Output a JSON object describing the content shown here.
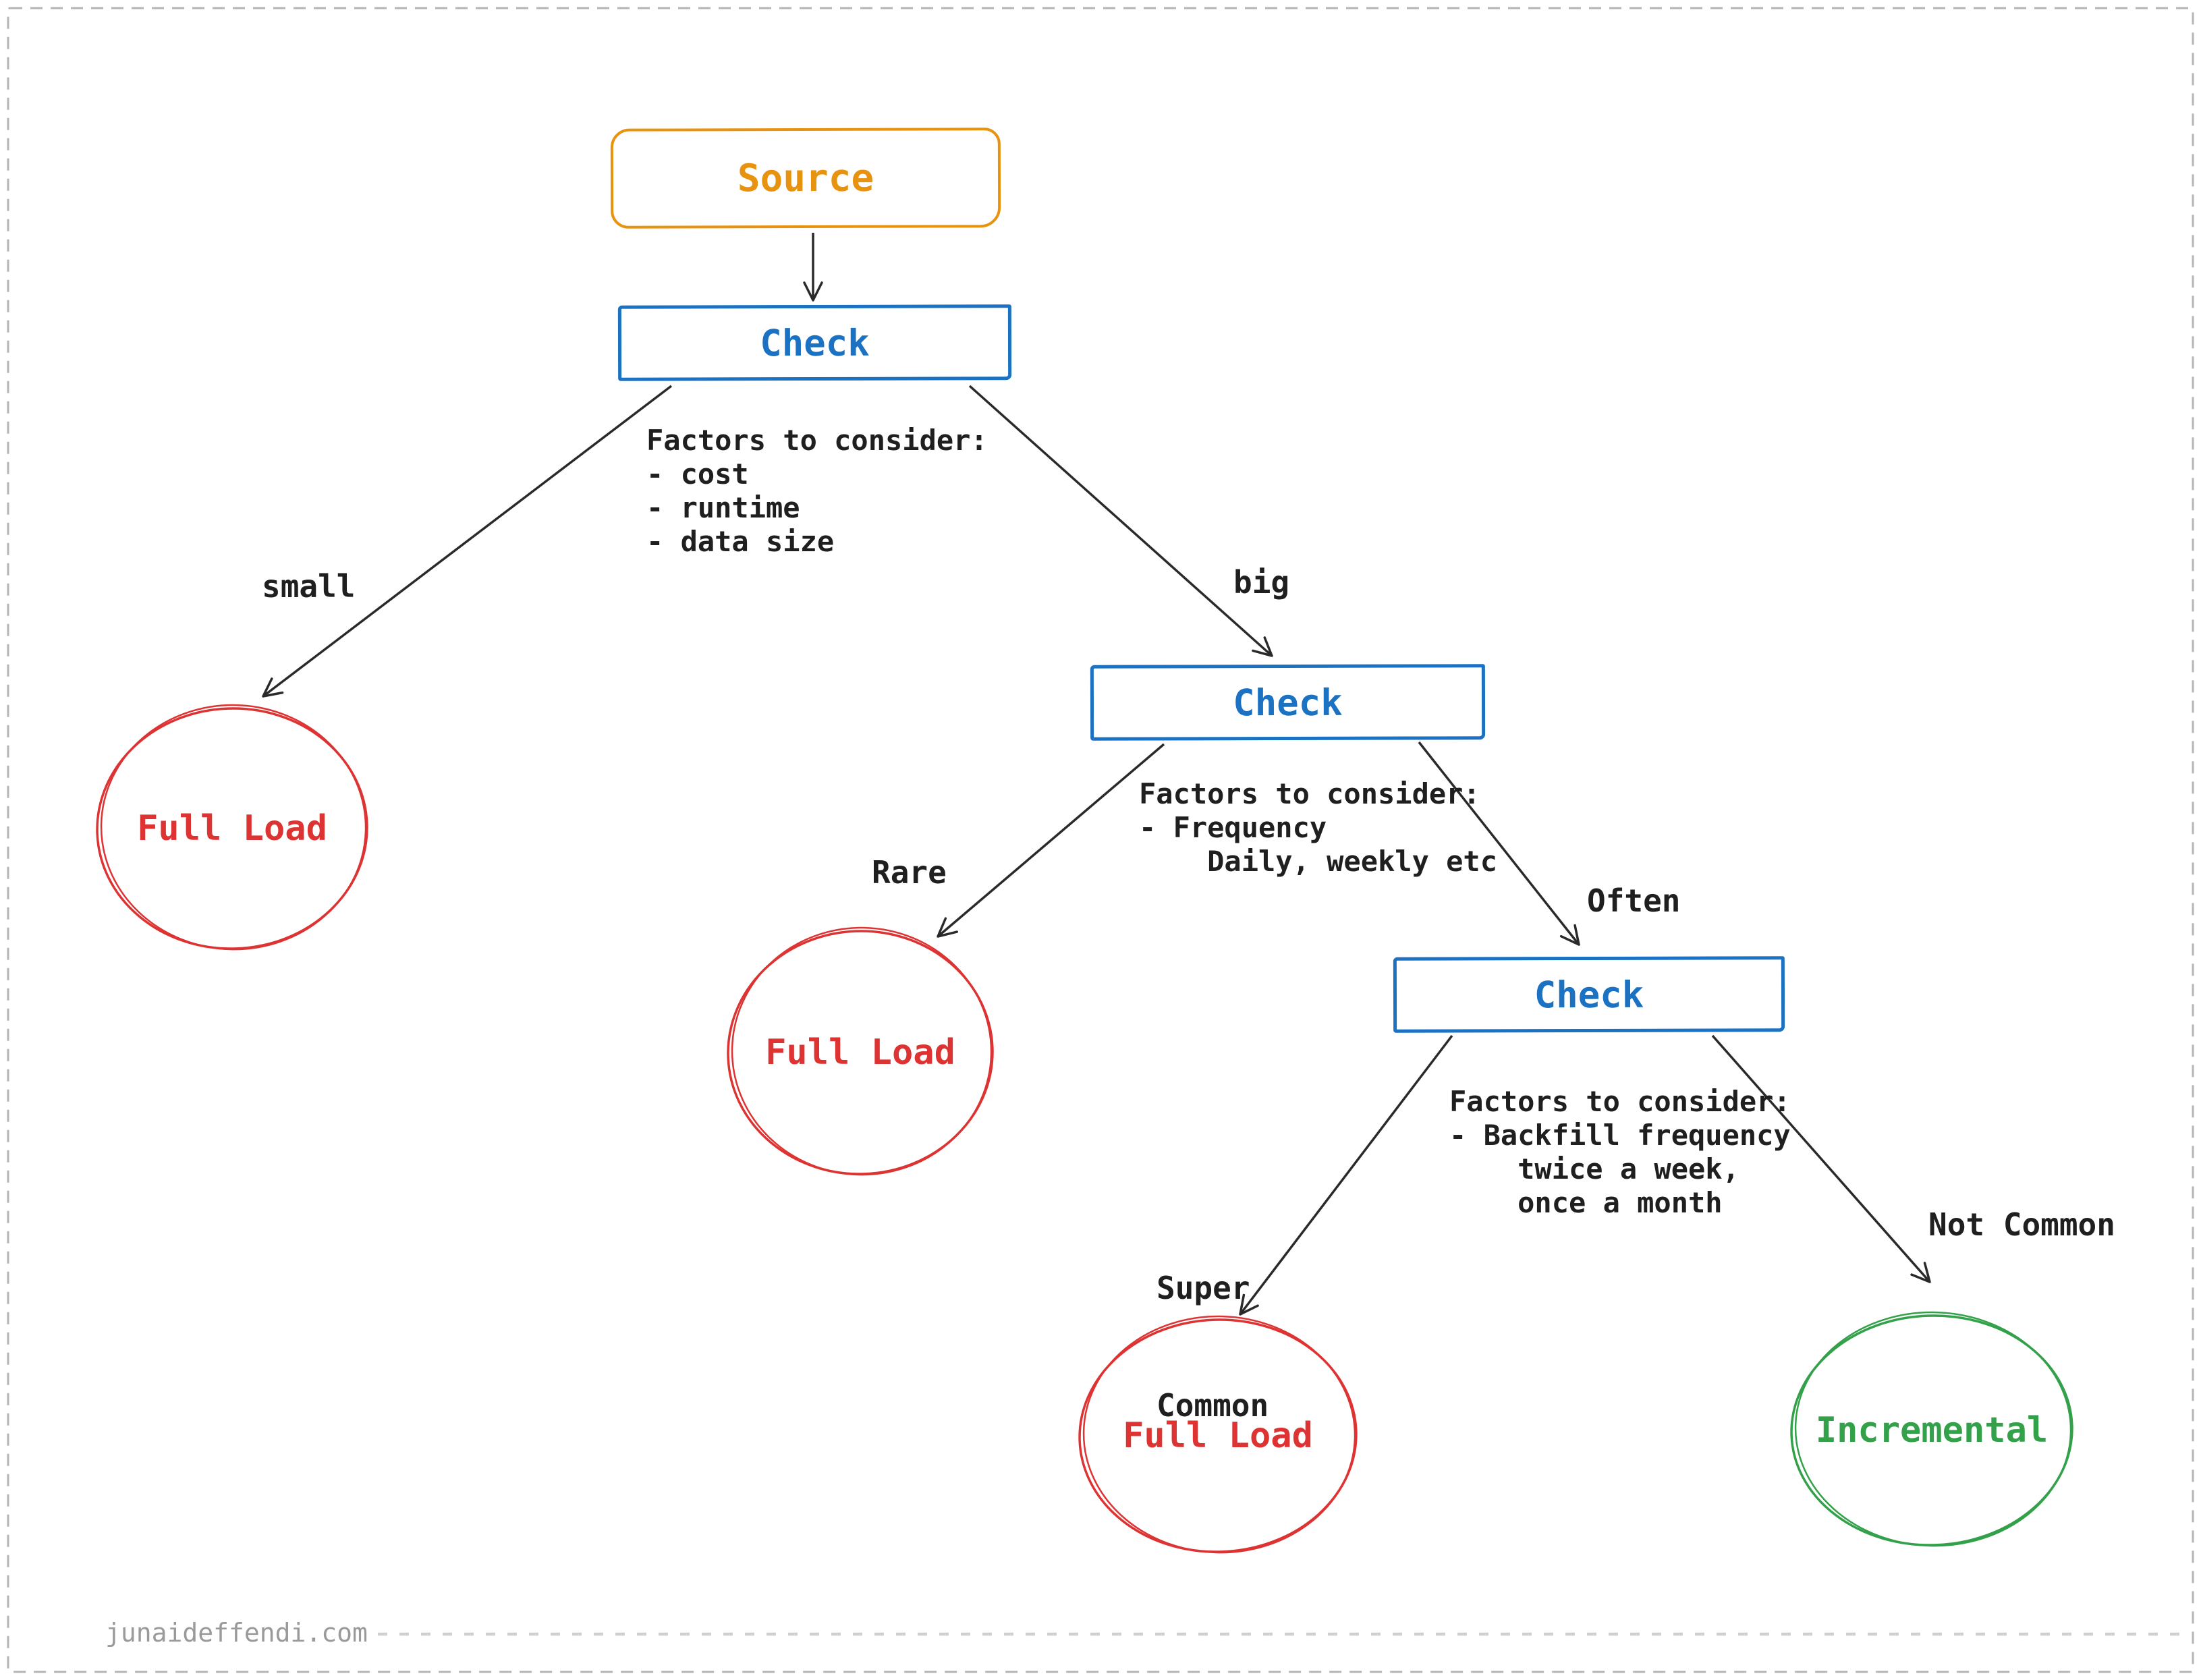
{
  "watermark": "junaideffendi.com",
  "colors": {
    "box_orange": "#e8930f",
    "box_blue": "#1c72c2",
    "full_load_red": "#dd3333",
    "incremental_green": "#33a04a",
    "text_ink": "#1f1f1f",
    "muted_gray": "#9a9a9a"
  },
  "nodes": {
    "source": {
      "label": "Source"
    },
    "check1": {
      "label": "Check"
    },
    "check2": {
      "label": "Check"
    },
    "check3": {
      "label": "Check"
    },
    "full_load_1": {
      "label": "Full Load"
    },
    "full_load_2": {
      "label": "Full Load"
    },
    "full_load_3": {
      "label": "Full Load"
    },
    "incremental": {
      "label": "Incremental"
    }
  },
  "edge_labels": {
    "small": "small",
    "big": "big",
    "rare": "Rare",
    "often": "Often",
    "super_common_line1": "Super",
    "super_common_line2": "Common",
    "not_common": "Not Common"
  },
  "notes": {
    "size_factors": {
      "lines": [
        "Factors to consider:",
        "- cost",
        "- runtime",
        "- data size"
      ]
    },
    "frequency_factors": {
      "lines": [
        "Factors to consider:",
        "- Frequency",
        "    Daily, weekly etc"
      ]
    },
    "backfill_factors": {
      "lines": [
        "Factors to consider:",
        "- Backfill frequency",
        "    twice a week,",
        "    once a month"
      ]
    }
  }
}
